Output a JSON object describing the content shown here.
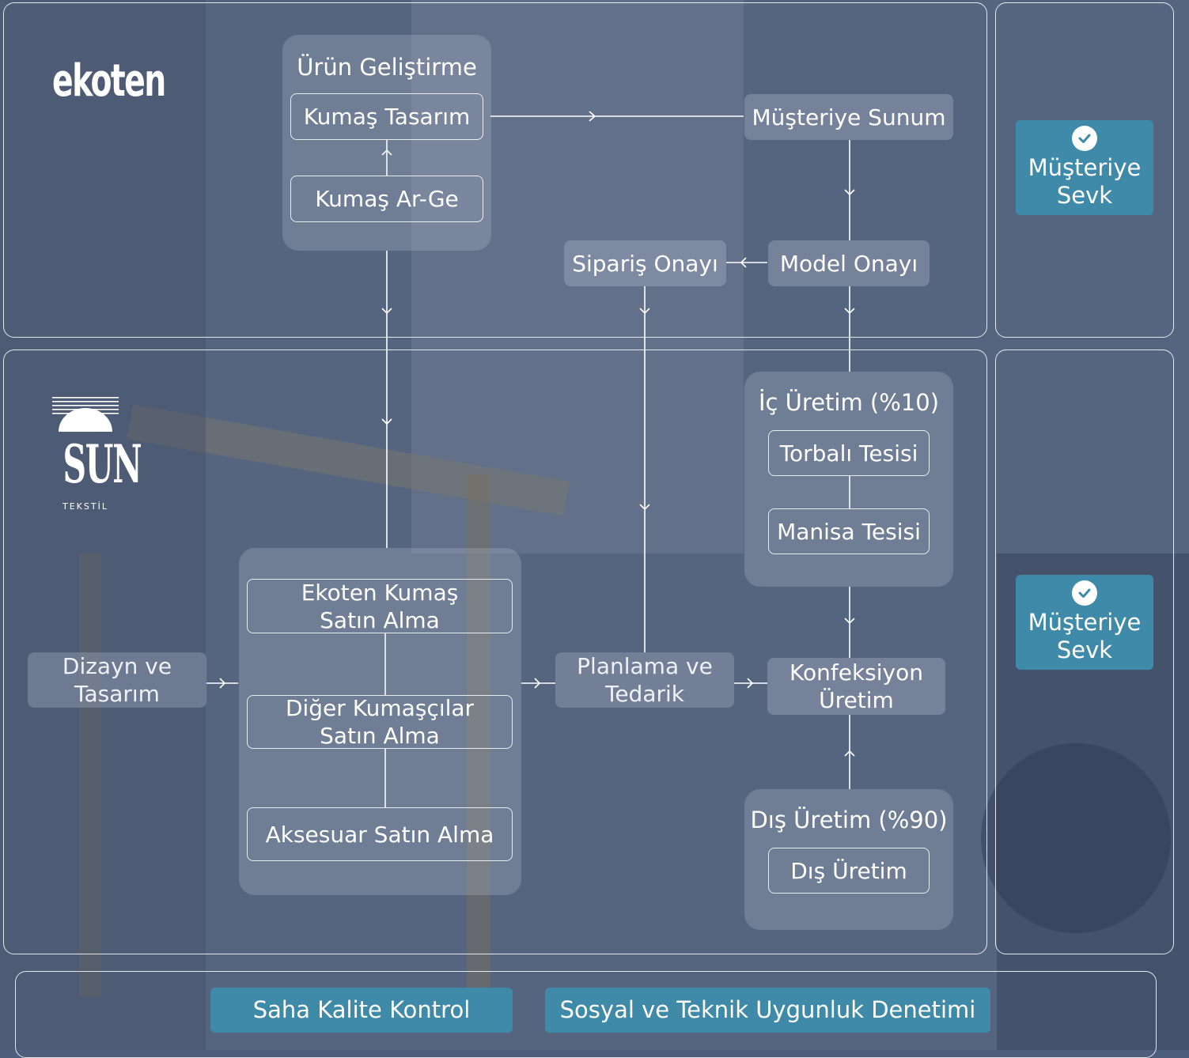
{
  "logos": {
    "top_brand": "ekoten",
    "bottom_brand": "SUN",
    "bottom_brand_sub": "TEKSTİL"
  },
  "top_section": {
    "product_dev_group": {
      "title": "Ürün Geliştirme",
      "fabric_design": "Kumaş Tasarım",
      "fabric_rnd": "Kumaş Ar-Ge"
    },
    "customer_presentation": "Müşteriye Sunum",
    "model_approval": "Model Onayı",
    "order_approval": "Sipariş Onayı",
    "shipment": "Müşteriye Sevk"
  },
  "bottom_section": {
    "design": "Dizayn ve Tasarım",
    "purchasing_group": {
      "ekoten_fabric": "Ekoten Kumaş Satın Alma",
      "other_fabric": "Diğer Kumaşçılar Satın Alma",
      "accessory": "Aksesuar Satın Alma"
    },
    "planning": "Planlama ve Tedarik",
    "internal_group": {
      "title": "İç Üretim (%10)",
      "torbali": "Torbalı Tesisi",
      "manisa": "Manisa Tesisi"
    },
    "external_group": {
      "title": "Dış Üretim (%90)",
      "external": "Dış Üretim"
    },
    "garment_production": "Konfeksiyon Üretim",
    "shipment": "Müşteriye Sevk"
  },
  "footer": {
    "quality_control": "Saha Kalite Kontrol",
    "compliance_audit": "Sosyal ve Teknik Uygunluk Denetimi"
  },
  "colors": {
    "accent": "#3f8aa8",
    "background": "#54647f",
    "line": "#ffffff"
  },
  "icons": {
    "shipment": "check-circle-icon"
  }
}
